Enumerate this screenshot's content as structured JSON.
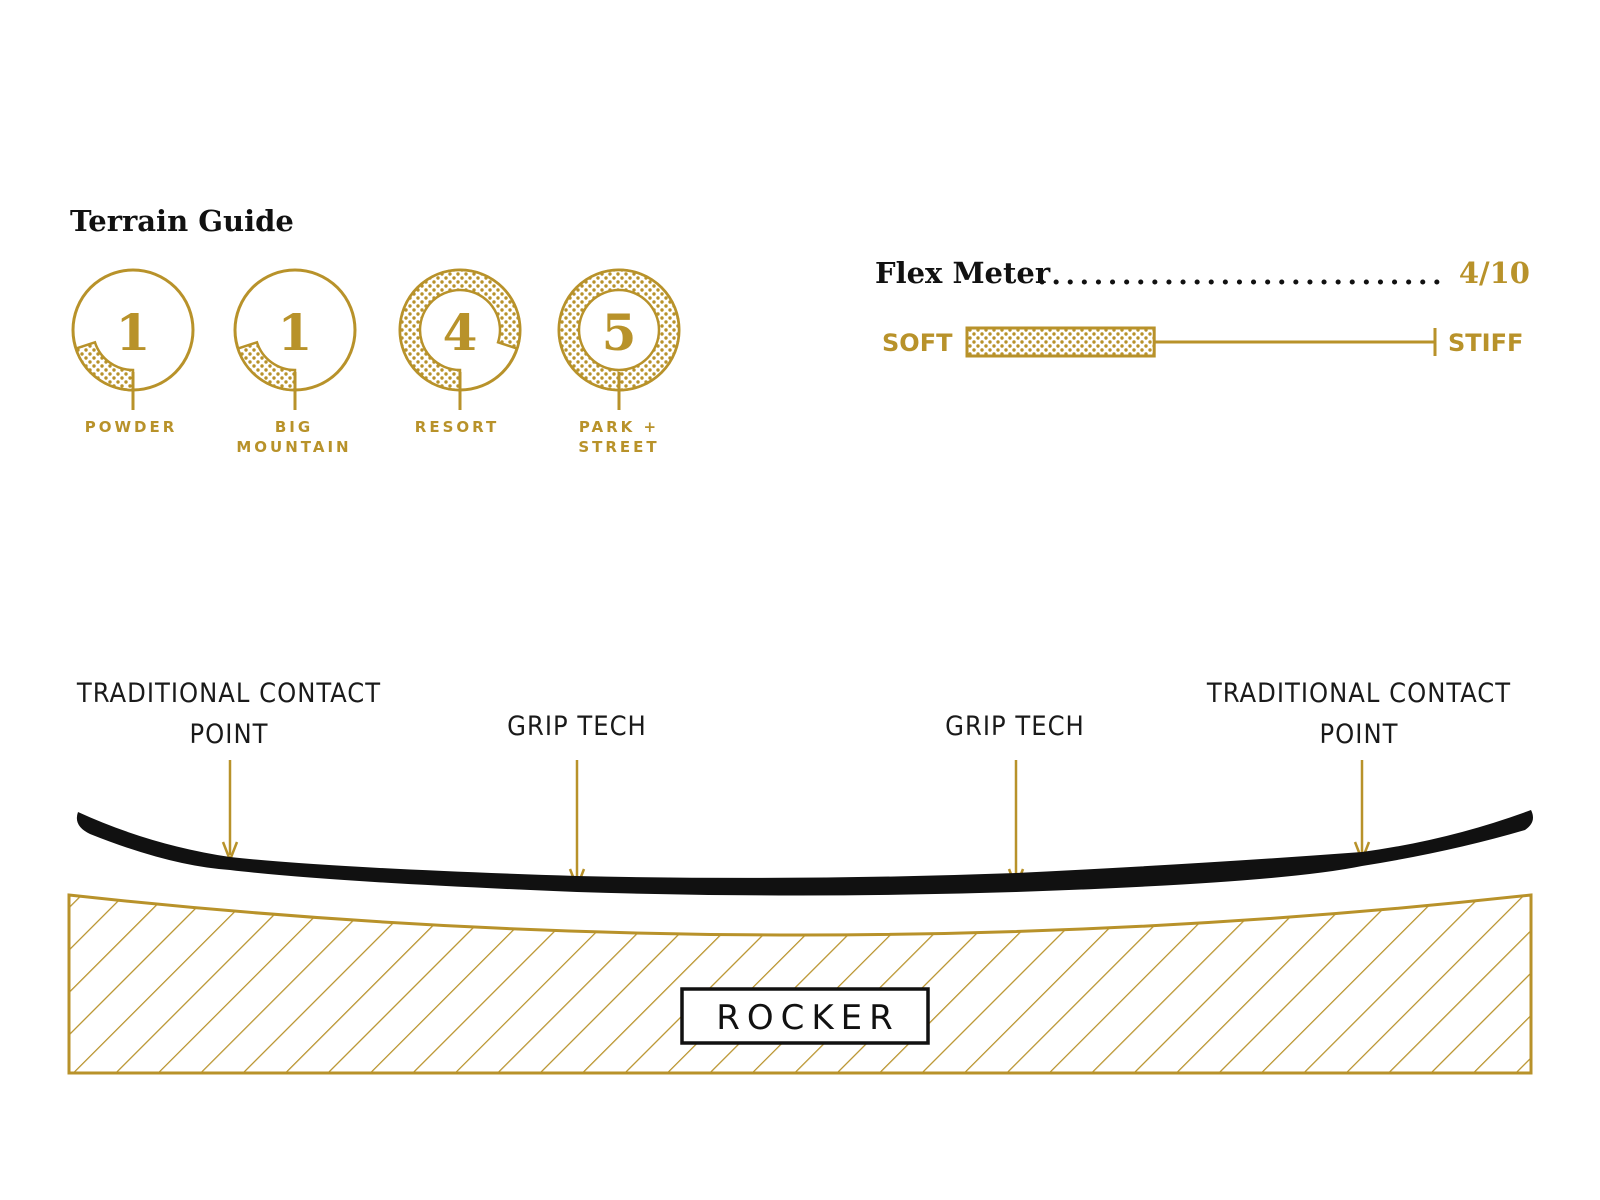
{
  "colors": {
    "gold": "#B8922A",
    "black": "#111111",
    "background": "#ffffff"
  },
  "terrain_guide": {
    "title": "Terrain Guide",
    "scale_max": 5,
    "items": [
      {
        "value": "1",
        "rating": 1,
        "label_lines": [
          "POWDER"
        ]
      },
      {
        "value": "1",
        "rating": 1,
        "label_lines": [
          "BIG",
          "MOUNTAIN"
        ]
      },
      {
        "value": "4",
        "rating": 4,
        "label_lines": [
          "RESORT"
        ]
      },
      {
        "value": "5",
        "rating": 5,
        "label_lines": [
          "PARK +",
          "STREET"
        ]
      }
    ]
  },
  "flex_meter": {
    "title": "Flex Meter",
    "value_text": "4/10",
    "rating": 4,
    "scale_max": 10,
    "soft_label": "SOFT",
    "stiff_label": "STIFF"
  },
  "profile": {
    "name": "ROCKER",
    "callouts": [
      {
        "lines": [
          "TRADITIONAL CONTACT",
          "POINT"
        ]
      },
      {
        "lines": [
          "GRIP TECH"
        ]
      },
      {
        "lines": [
          "GRIP TECH"
        ]
      },
      {
        "lines": [
          "TRADITIONAL CONTACT",
          "POINT"
        ]
      }
    ]
  }
}
